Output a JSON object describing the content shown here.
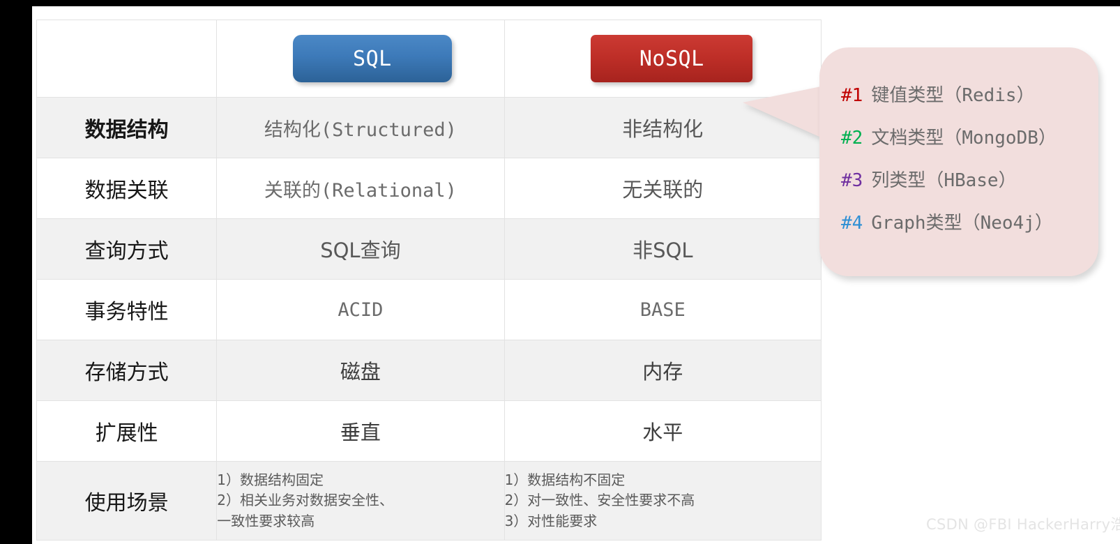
{
  "table": {
    "header": {
      "label_col": "",
      "sql_label": "SQL",
      "nosql_label": "NoSQL",
      "sql_color": "#3d7ab9",
      "nosql_color": "#bf2f28"
    },
    "rows": [
      {
        "label": "数据结构",
        "sql": "结构化(Structured)",
        "nosql": "非结构化"
      },
      {
        "label": "数据关联",
        "sql": "关联的(Relational)",
        "nosql": "无关联的"
      },
      {
        "label": "查询方式",
        "sql": "SQL查询",
        "nosql": "非SQL"
      },
      {
        "label": "事务特性",
        "sql": "ACID",
        "nosql": "BASE"
      },
      {
        "label": "存储方式",
        "sql": "磁盘",
        "nosql": "内存"
      },
      {
        "label": "扩展性",
        "sql": "垂直",
        "nosql": "水平"
      }
    ],
    "last_row": {
      "label": "使用场景",
      "sql_items": [
        "1）数据结构固定",
        "2）相关业务对数据安全性、",
        "一致性要求较高"
      ],
      "nosql_items": [
        "1）数据结构不固定",
        "2）对一致性、安全性要求不高",
        "3）对性能要求"
      ]
    }
  },
  "callout": {
    "background": "#f2dedd",
    "lines": [
      {
        "num": "#1",
        "text": "键值类型（Redis）",
        "color": "#c00000"
      },
      {
        "num": "#2",
        "text": "文档类型（MongoDB）",
        "color": "#00b050"
      },
      {
        "num": "#3",
        "text": "列类型（HBase）",
        "color": "#7030a0"
      },
      {
        "num": "#4",
        "text": "Graph类型（Neo4j）",
        "color": "#2e8fd4"
      }
    ]
  },
  "watermark": {
    "text": "CSDN @FBI HackerHarry浩"
  }
}
